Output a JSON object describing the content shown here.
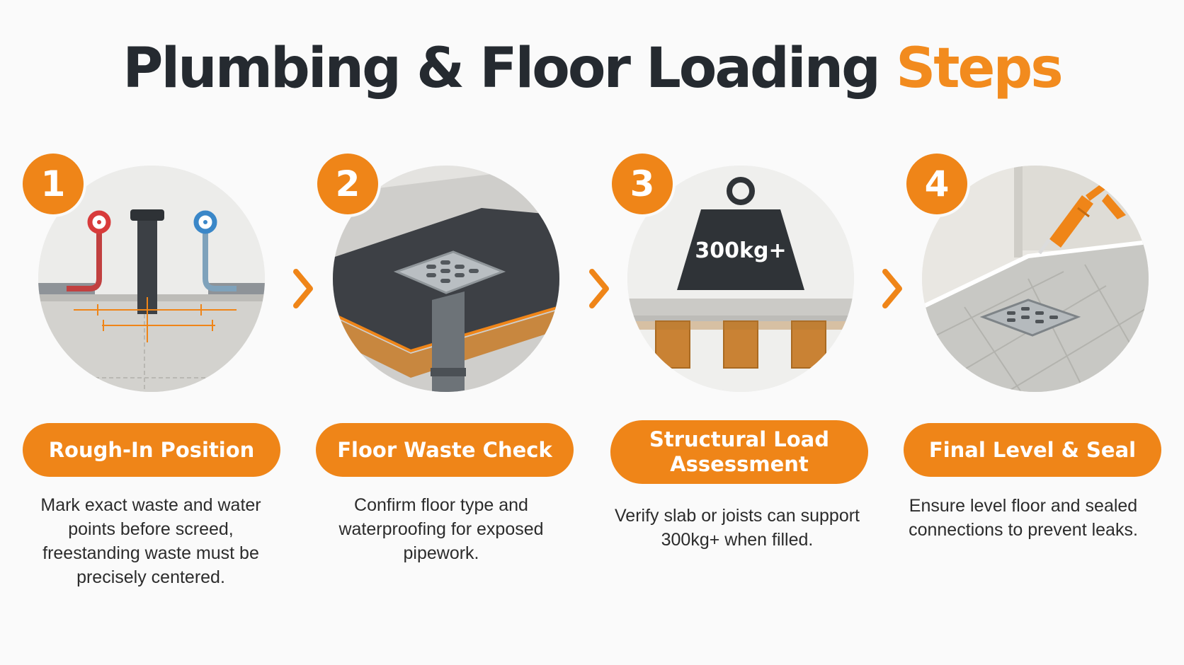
{
  "title": {
    "main": "Plumbing & Floor Loading",
    "accent": "Steps"
  },
  "colors": {
    "accent": "#ef8518",
    "title": "#252a30",
    "text": "#2c2c2c"
  },
  "steps": [
    {
      "number": "1",
      "heading": "Rough-In Position",
      "description": "Mark exact waste and water points before screed, freestanding waste must be precisely centered.",
      "illustration": "rough-in-pipes-icon"
    },
    {
      "number": "2",
      "heading": "Floor Waste Check",
      "description": "Confirm floor type and waterproofing for exposed pipework.",
      "illustration": "floor-waste-drain-icon"
    },
    {
      "number": "3",
      "heading": "Structural Load Assessment",
      "description": "Verify slab or joists can support 300kg+ when filled.",
      "illustration": "weight-on-joists-icon",
      "weight_label": "300kg+"
    },
    {
      "number": "4",
      "heading": "Final Level & Seal",
      "description": "Ensure level floor and sealed connections to prevent leaks.",
      "illustration": "caulk-gun-seal-icon"
    }
  ]
}
